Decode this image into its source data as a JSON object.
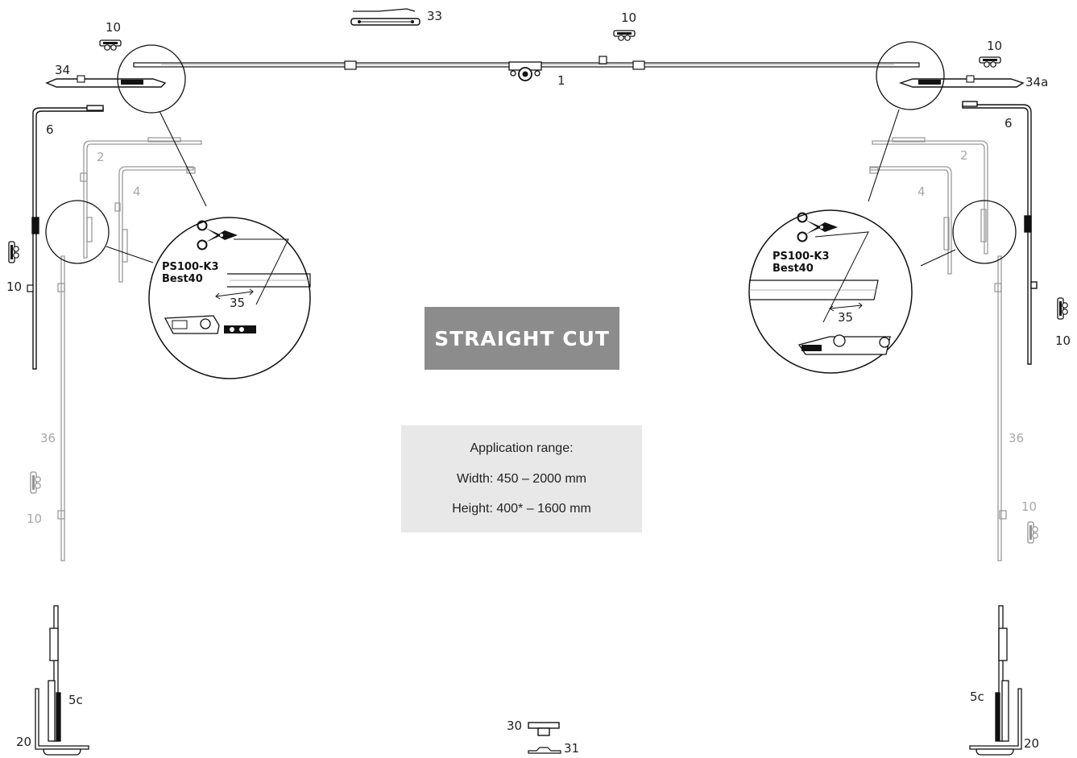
{
  "labels": {
    "n1": "1",
    "n2_left": "2",
    "n2_right": "2",
    "n4_left": "4",
    "n4_right": "4",
    "n6_left": "6",
    "n6_right": "6",
    "n10_top_left": "10",
    "n10_top_center": "10",
    "n10_top_right": "10",
    "n10_left_mid": "10",
    "n10_right_mid": "10",
    "n10_left_low": "10",
    "n10_right_low": "10",
    "n20_left": "20",
    "n20_right": "20",
    "n5c_left": "5c",
    "n5c_right": "5c",
    "n30": "30",
    "n31": "31",
    "n33": "33",
    "n34": "34",
    "n34a": "34a",
    "n35_left": "35",
    "n35_right": "35",
    "n36_left": "36",
    "n36_right": "36"
  },
  "detail_left": {
    "line1": "PS100-K3",
    "line2": "Best40"
  },
  "detail_right": {
    "line1": "PS100-K3",
    "line2": "Best40"
  },
  "banner": {
    "text": "STRAIGHT CUT",
    "color": "#8c8c8c"
  },
  "application_range": {
    "title": "Application range:",
    "width": "Width: 450 – 2000 mm",
    "height": "Height: 400* – 1600 mm"
  },
  "icons": [
    "scissors-icon"
  ]
}
